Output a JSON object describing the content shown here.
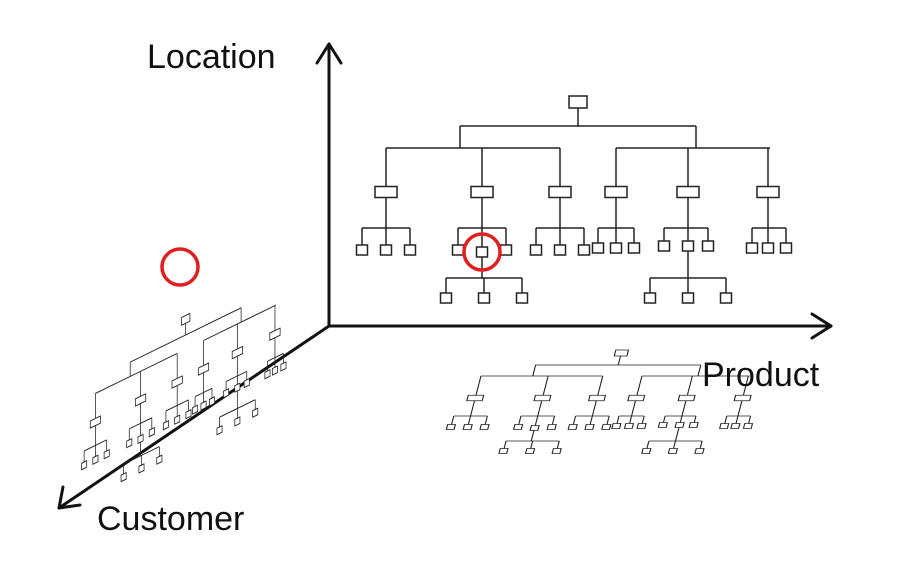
{
  "axes": {
    "vertical": "Location",
    "horizontal": "Product",
    "depth": "Customer"
  },
  "colors": {
    "ink": "#111111",
    "sketch": "#222222",
    "highlight": "#e02020"
  },
  "icons": {
    "axis_arrowhead": "arrow-head-icon",
    "highlight_marker": "red-circle-icon"
  }
}
